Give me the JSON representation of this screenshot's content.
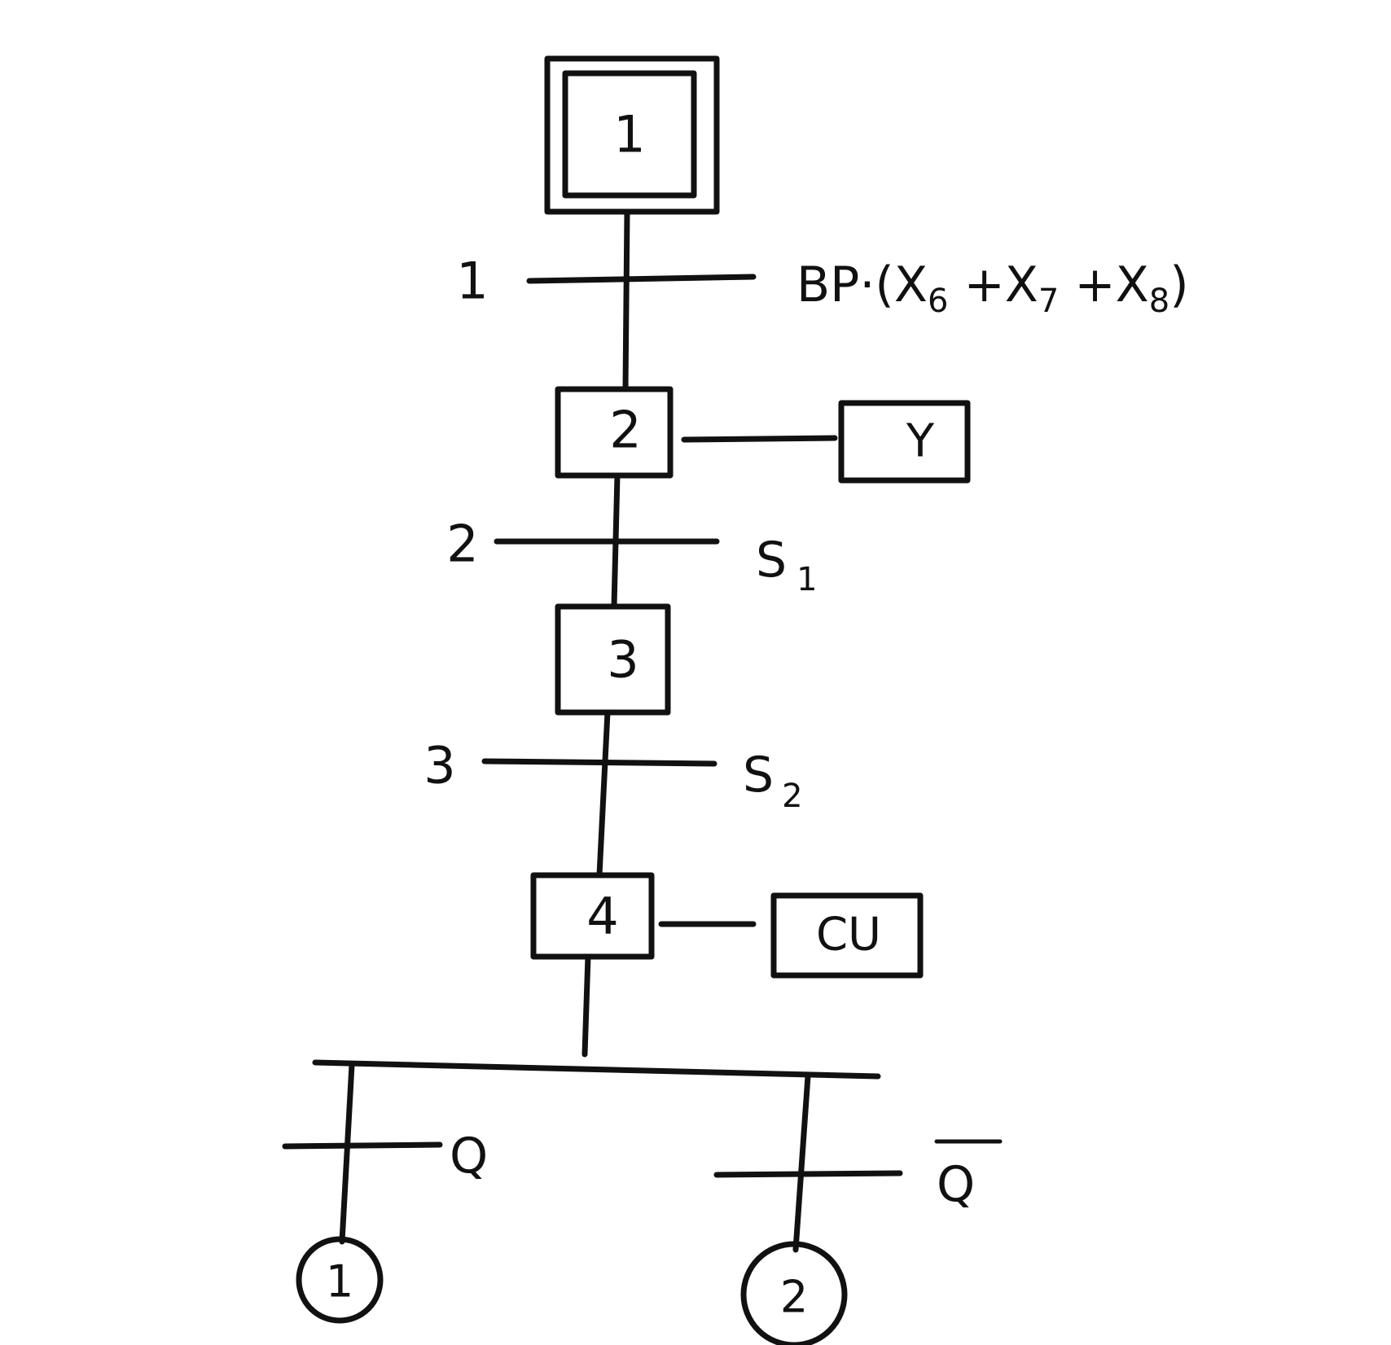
{
  "steps": [
    {
      "id": "1",
      "initial": true
    },
    {
      "id": "2",
      "action": "Y"
    },
    {
      "id": "3"
    },
    {
      "id": "4",
      "action": "CU"
    }
  ],
  "transitions": [
    {
      "id": "1",
      "condition": "BP·(X6+X7+X8)",
      "cond_main": "BP·(X",
      "terms": [
        {
          "sub": "6"
        },
        {
          "sub": "7"
        },
        {
          "sub": "8"
        }
      ]
    },
    {
      "id": "2",
      "condition": "S1",
      "cond_main": "S",
      "cond_sub": "1"
    },
    {
      "id": "3",
      "condition": "S2",
      "cond_main": "S",
      "cond_sub": "2"
    }
  ],
  "branches": [
    {
      "condition": "Q",
      "negated": false,
      "target": "1"
    },
    {
      "condition": "Q̄",
      "negated": true,
      "target": "2"
    }
  ],
  "colors": {
    "ink": "#111111",
    "background": "#ffffff"
  }
}
